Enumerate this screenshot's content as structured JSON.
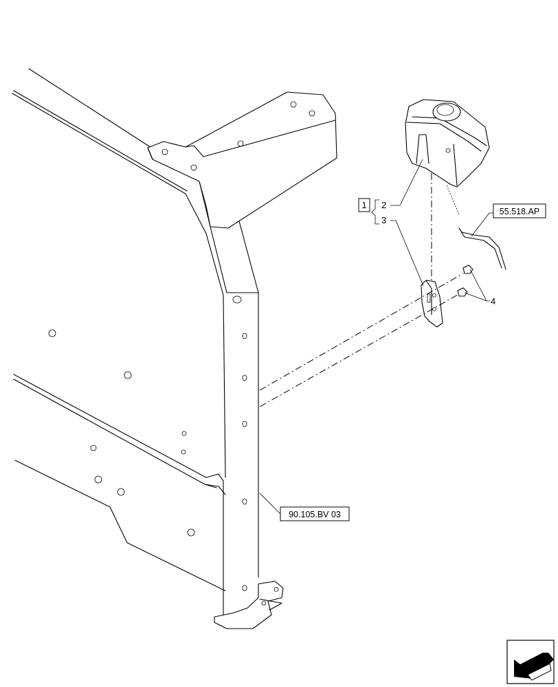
{
  "callouts": {
    "kit_label": "1",
    "part_2": "2",
    "part_3": "3",
    "part_4": "4"
  },
  "references": {
    "tank_hose": "55.518.AP",
    "frame": "90.105.BV 03"
  },
  "icons": {
    "nav": "arrow-lower-left-icon"
  }
}
